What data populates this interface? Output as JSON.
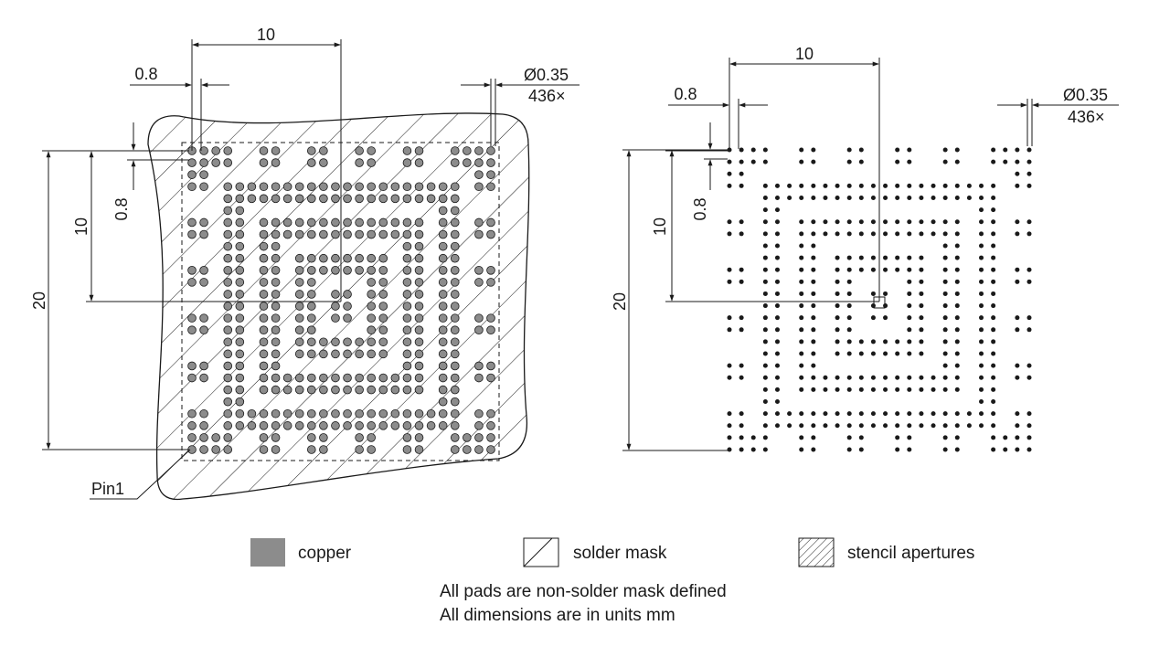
{
  "left_view": {
    "dim_pitch_half_width": "10",
    "dim_pitch": "0.8",
    "dim_diameter": "Ø0.35",
    "dim_count": "436×",
    "dim_height": "20",
    "dim_half_height": "10",
    "dim_vertical_pitch": "0.8",
    "pin1_label": "Pin1"
  },
  "right_view": {
    "dim_pitch_half_width": "10",
    "dim_pitch": "0.8",
    "dim_diameter": "Ø0.35",
    "dim_count": "436×",
    "dim_height": "20",
    "dim_half_height": "10",
    "dim_vertical_pitch": "0.8"
  },
  "legend": {
    "copper": "copper",
    "solder_mask": "solder mask",
    "stencil_apertures": "stencil apertures"
  },
  "notes": {
    "line1": "All pads are non-solder mask defined",
    "line2": "All dimensions are in units mm"
  },
  "colors": {
    "copper": "#8c8c8c",
    "ink": "#1a1a1a",
    "background": "#ffffff"
  },
  "ball_grid": {
    "pitch_mm": 0.8,
    "ball_diameter_mm": 0.35,
    "ball_count": 436,
    "rows": [
      "XXXX..XX..XX..XX..XX..XXXX",
      "XXXX..XX..XX..XX..XX..XXXX",
      "XX......................XX",
      "XX.XXXXXXXXXXXXXXXXXXXX.XX",
      "...XXXXXXXXXXXXXXXXXXXX...",
      "...XX................XX...",
      "XX.XX.XXXXXXXXXXXXXX.XX.XX",
      "XX.XX.XXXXXXXXXXXXXX.XX.XX",
      "...XX.XX..........XX.XX...",
      "...XX.XX.XXXXXXXX.XX.XX...",
      "XX.XX.XX.XXXXXXXX.XX.XX.XX",
      "XX.XX.XX.XX....XX.XX.XX.XX",
      "...XX.XX.XX.XX.XX.XX.XX...",
      "...XX.XX.XX.XX.XX.XX.XX...",
      "XX.XX.XX.XX.XX.XX.XX.XX.XX",
      "XX.XX.XX.XX....XX.XX.XX.XX",
      "...XX.XX.XXXXXXXX.XX.XX...",
      "...XX.XX.XXXXXXXX.XX.XX...",
      "XX.XX.XX..........XX.XX.XX",
      "XX.XX.XXXXXXXXXXXXXX.XX.XX",
      "...XX.XXXXXXXXXXXXXX.XX...",
      "...XX................XX...",
      "XX.XXXXXXXXXXXXXXXXXXXX.XX",
      "XX.XXXXXXXXXXXXXXXXXXXX.XX",
      "XXXX..XX..XX..XX..XX..XXXX",
      "XXXX..XX..XX..XX..XX..XXXX"
    ]
  }
}
